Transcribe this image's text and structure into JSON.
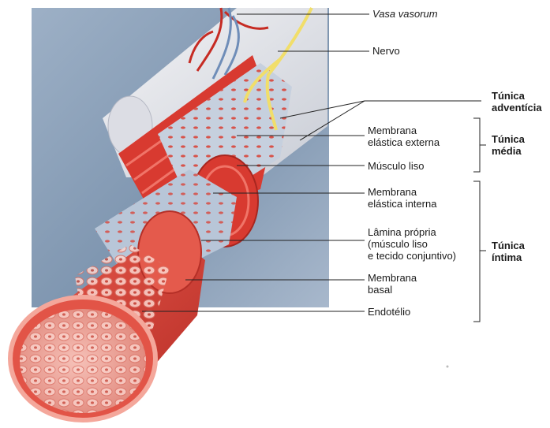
{
  "labels": {
    "vasa_vasorum": "Vasa vasorum",
    "nervo": "Nervo",
    "membrana_elastica_externa": "Membrana\nelástica externa",
    "musculo_liso": "Músculo liso",
    "membrana_elastica_interna": "Membrana\nelástica interna",
    "lamina_propria": "Lâmina própria\n(músculo liso\ne tecido conjuntivo)",
    "membrana_basal": "Membrana\nbasal",
    "endotelio": "Endotélio"
  },
  "groups": {
    "tunica_adventicia": "Túnica\nadventícia",
    "tunica_media": "Túnica\nmédia",
    "tunica_intima": "Túnica\níntima"
  },
  "colors": {
    "background_panel": "#7f96b0",
    "endothelium": "#f2b0a6",
    "vessel_red": "#d9453a",
    "media_muscle": "#d83a30",
    "adventitia": "#e8e8ea",
    "elastic_membrane": "#b8c6d8",
    "nerve": "#f1de6a",
    "vessel_blue": "#6f8db8",
    "leader_line": "#222222"
  }
}
